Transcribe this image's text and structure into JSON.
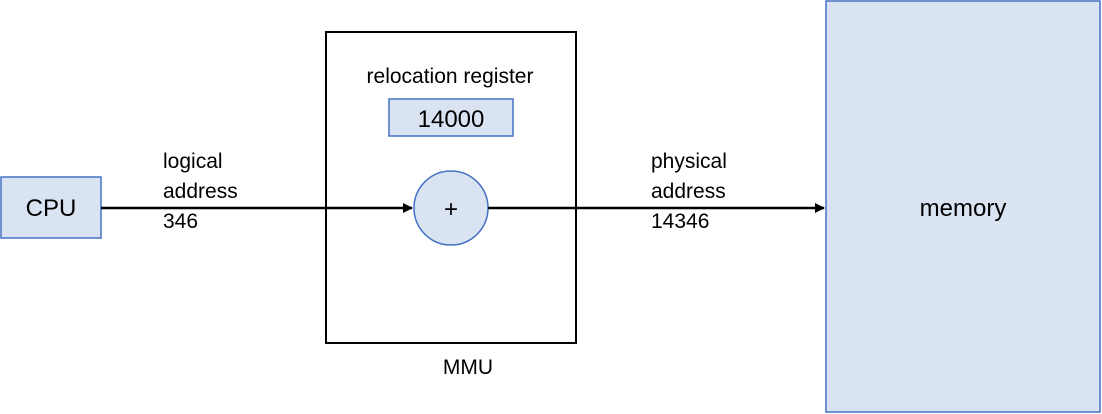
{
  "colors": {
    "box_fill": "#dae3f1",
    "box_stroke": "#4472c4",
    "line": "#000000",
    "mmu_stroke": "#000000"
  },
  "cpu": {
    "label": "CPU"
  },
  "logical_address": {
    "line1": "logical",
    "line2": "address",
    "value": "346"
  },
  "mmu": {
    "label": "MMU",
    "register_label": "relocation register",
    "register_value": "14000",
    "adder_symbol": "+"
  },
  "physical_address": {
    "line1": "physical",
    "line2": "address",
    "value": "14346"
  },
  "memory": {
    "label": "memory"
  }
}
